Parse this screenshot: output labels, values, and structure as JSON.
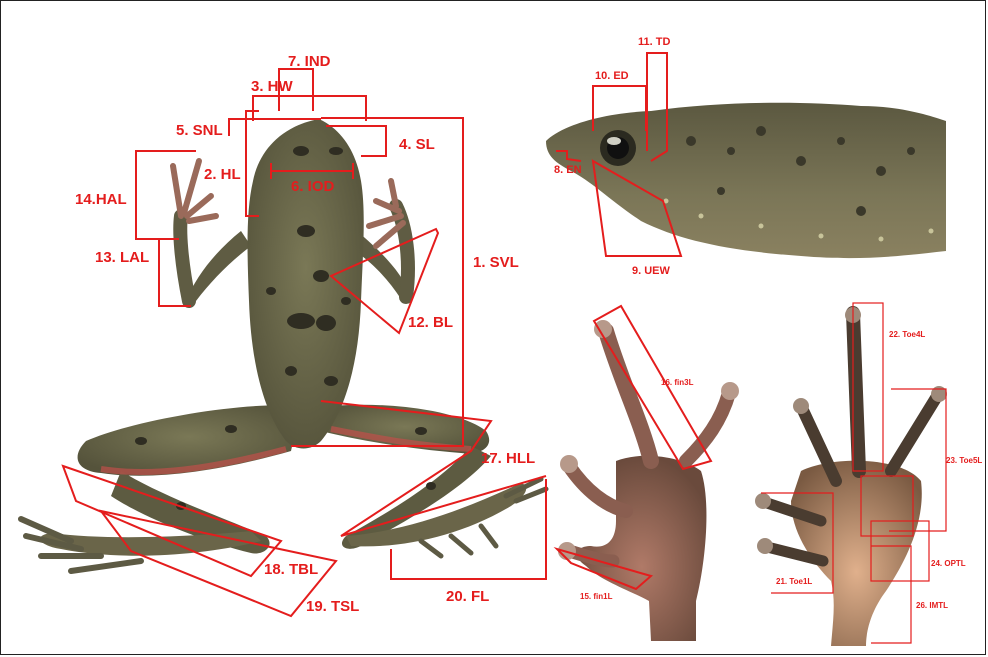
{
  "figure": {
    "labels": {
      "svl": "1. SVL",
      "hl": "2. HL",
      "hw": "3. HW",
      "sl": "4. SL",
      "snl": "5. SNL",
      "iod": "6. IOD",
      "ind": "7. IND",
      "en": "8. EN",
      "uew": "9. UEW",
      "ed": "10. ED",
      "td": "11. TD",
      "bl": "12. BL",
      "lal": "13. LAL",
      "hal": "14.HAL",
      "fin1l": "15. fin1L",
      "fin3l": "16. fin3L",
      "hll": "17. HLL",
      "tbl": "18. TBL",
      "tsl": "19. TSL",
      "fl": "20. FL",
      "toe1l": "21. Toe1L",
      "toe4l": "22. Toe4L",
      "toe5l": "23. Toe5L",
      "optl": "24. OPTL",
      "imtl": "26. IMTL"
    },
    "colors": {
      "annotation": "#e41d1d",
      "frog_skin": "#6b6a4c",
      "frog_dark": "#3e3b2c",
      "belly_red": "#c0504a",
      "foot_pink": "#c08a78",
      "sole": "#d8a07e",
      "border": "#222222"
    }
  }
}
